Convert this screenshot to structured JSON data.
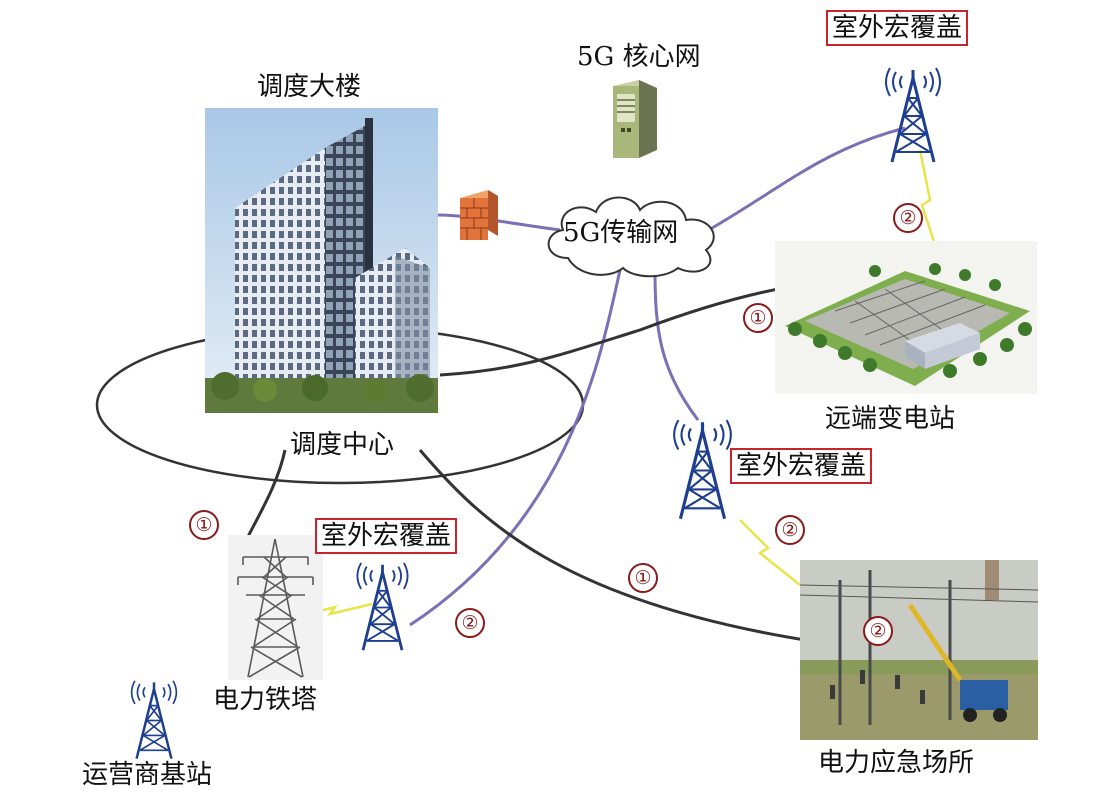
{
  "labels": {
    "dispatch_building": "调度大楼",
    "dispatch_center": "调度中心",
    "core_network": "5G 核心网",
    "transport_network": "5G传输网",
    "outdoor_macro_1": "室外宏覆盖",
    "outdoor_macro_2": "室外宏覆盖",
    "outdoor_macro_3": "室外宏覆盖",
    "remote_substation": "远端变电站",
    "power_tower": "电力铁塔",
    "emergency_site": "电力应急场所",
    "operator_base_station": "运营商基站"
  },
  "markers": {
    "m1": "②",
    "m2": "①",
    "m3": "②",
    "m4": "①",
    "m5": "②",
    "m6": "①",
    "m7": "②"
  },
  "colors": {
    "link_5g": "#7b6fb5",
    "link_fiber": "#333333",
    "wireless": "#e8e44a",
    "tower": "#1e3f8f",
    "box_border": "#c8242a",
    "marker": "#8b1a1a"
  },
  "icons": [
    "firewall-icon",
    "server-icon",
    "cloud-icon",
    "antenna-icon",
    "pylon-icon"
  ]
}
